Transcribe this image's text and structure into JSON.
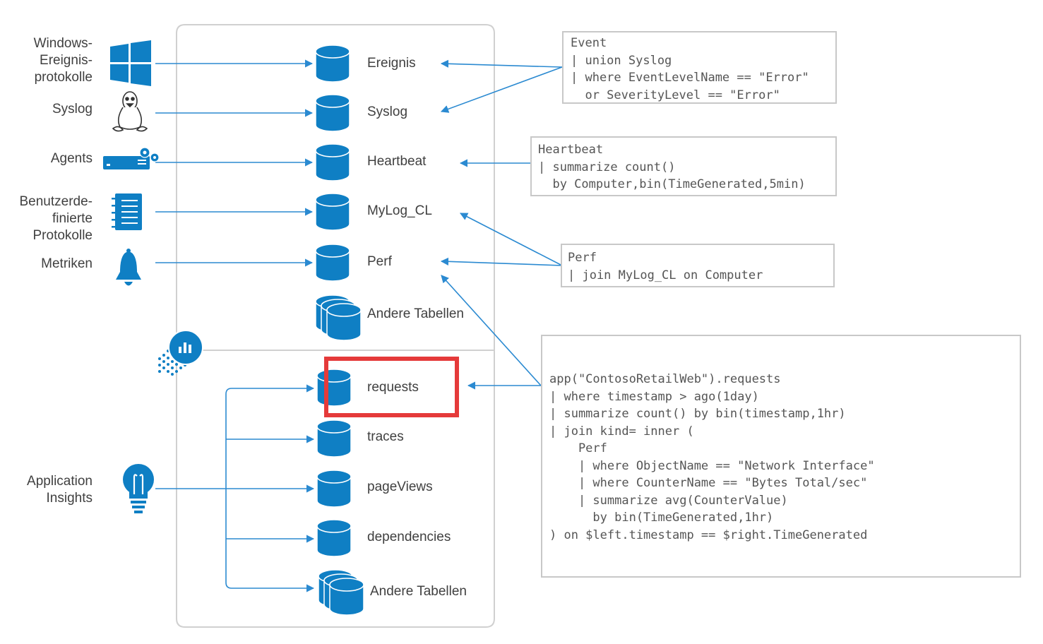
{
  "sources": {
    "windows": "Windows-\nEreignis-\nprotokolle",
    "syslog": "Syslog",
    "agents": "Agents",
    "custom": "Benutzerde-\nfinierte\nProtokolle",
    "metrics": "Metriken",
    "appinsights": "Application\nInsights"
  },
  "workspace_tables": [
    "Ereignis",
    "Syslog",
    "Heartbeat",
    "MyLog_CL",
    "Perf",
    "Andere Tabellen"
  ],
  "appinsights_tables": [
    "requests",
    "traces",
    "pageViews",
    "dependencies",
    "Andere Tabellen"
  ],
  "queries": {
    "event": [
      "Event",
      "| union Syslog",
      "| where EventLevelName == \"Error\"",
      "  or SeverityLevel == \"Error\""
    ],
    "heartbeat": [
      "Heartbeat",
      "| summarize count()",
      "  by Computer,bin(TimeGenerated,5min)"
    ],
    "perf": [
      "Perf",
      "| join MyLog_CL on Computer"
    ],
    "app": [
      "app(\"ContosoRetailWeb\").requests",
      "| where timestamp > ago(1day)",
      "| summarize count() by bin(timestamp,1hr)",
      "| join kind= inner (",
      "    Perf",
      "    | where ObjectName == \"Network Interface\"",
      "    | where CounterName == \"Bytes Total/sec\"",
      "    | summarize avg(CounterValue)",
      "      by bin(TimeGenerated,1hr)",
      ") on $left.timestamp == $right.TimeGenerated"
    ]
  },
  "icons": {
    "windows": "windows-logo-icon",
    "syslog": "linux-penguin-icon",
    "agents": "server-gear-icon",
    "custom": "notebook-icon",
    "metrics": "bell-icon",
    "appinsights": "lightbulb-icon",
    "workspace": "log-analytics-icon"
  },
  "colors": {
    "accent": "#0f7fc4",
    "arrow": "#2b8ad1",
    "highlight": "#e53a3a",
    "frame": "#d0d0d0"
  }
}
